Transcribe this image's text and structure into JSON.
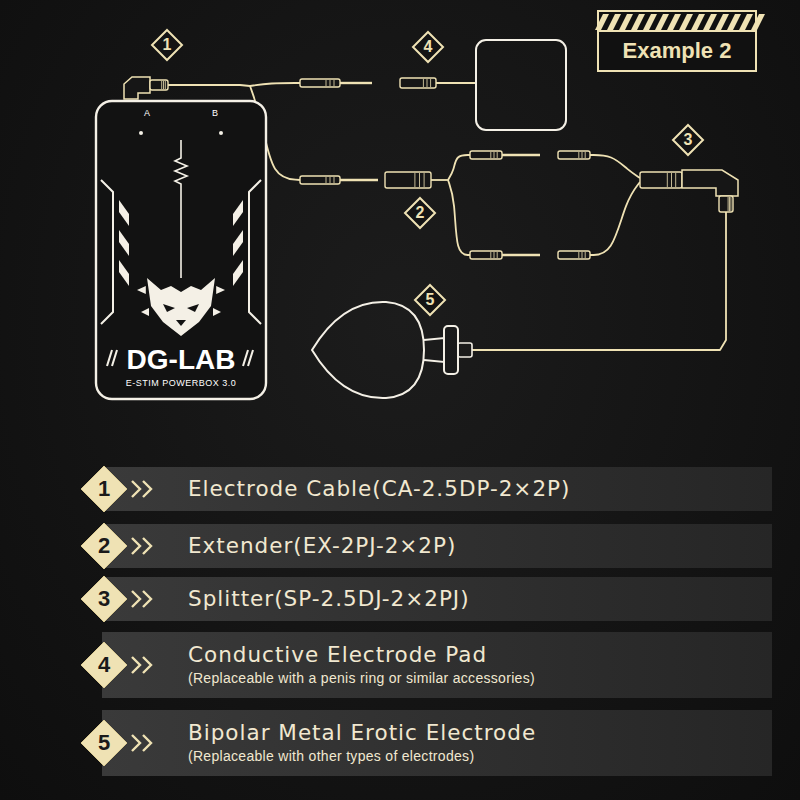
{
  "diagram": {
    "nodes": [
      {
        "text": [
          "1"
        ]
      },
      {
        "text": [
          "4"
        ]
      },
      {
        "text": [
          "Example 2"
        ]
      },
      {
        "text": [
          "A",
          "B",
          "DG-LAB",
          "E-STIM POWERBOX 3.0"
        ]
      },
      {
        "text": [
          "3"
        ]
      },
      {
        "text": [
          "2"
        ]
      },
      {
        "text": [
          "5"
        ]
      },
      {
        "text": [
          "Electrode Cable(CA-2.5DP-2×2P)"
        ]
      },
      {
        "text": [
          "1"
        ],
        "in": 7
      },
      {
        "text": [
          "Extender(EX-2PJ-2×2P)"
        ]
      },
      {
        "text": [
          "2"
        ],
        "in": 9
      },
      {
        "text": [
          "Splitter(SP-2.5DJ-2×2PJ)"
        ]
      },
      {
        "text": [
          "3"
        ],
        "in": 11
      },
      {
        "text": [
          "Conductive Electrode Pad",
          "(Replaceable with a penis ring or similar accessories)"
        ]
      },
      {
        "text": [
          "4"
        ],
        "in": 13
      },
      {
        "text": [
          "Bipolar Metal Erotic Electrode",
          "(Replaceable with other types of electrodes)"
        ]
      },
      {
        "text": [
          "5"
        ],
        "in": 15
      }
    ]
  }
}
